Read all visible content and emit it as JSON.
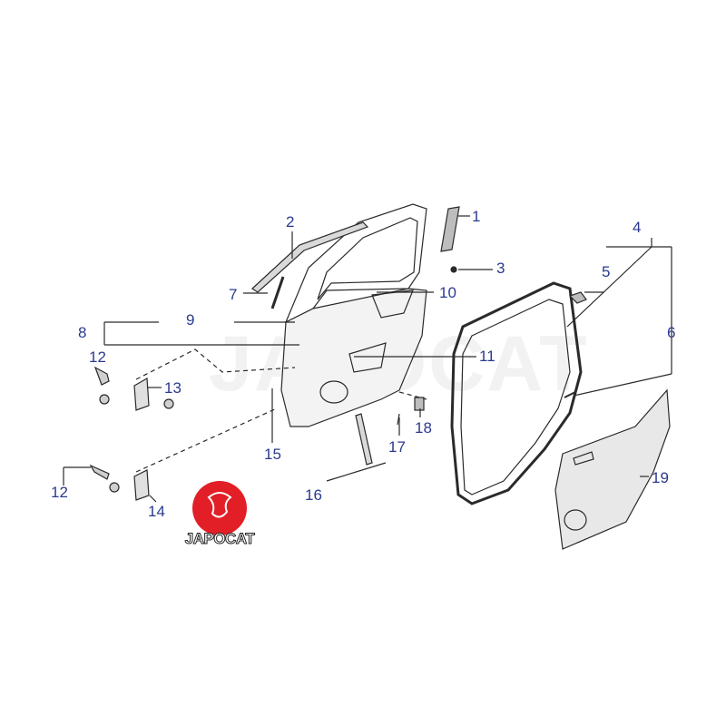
{
  "watermark": "JAPOCAT",
  "logo": {
    "text": "JAPOCAT",
    "color": "#e21f26"
  },
  "callouts": [
    "1",
    "2",
    "3",
    "4",
    "5",
    "6",
    "7",
    "8",
    "9",
    "10",
    "11",
    "12",
    "12",
    "13",
    "14",
    "15",
    "16",
    "17",
    "18",
    "19"
  ],
  "colors": {
    "callout": "#2b3a8f",
    "line": "#2a2a2a",
    "part_fill": "#d9d9d9"
  }
}
